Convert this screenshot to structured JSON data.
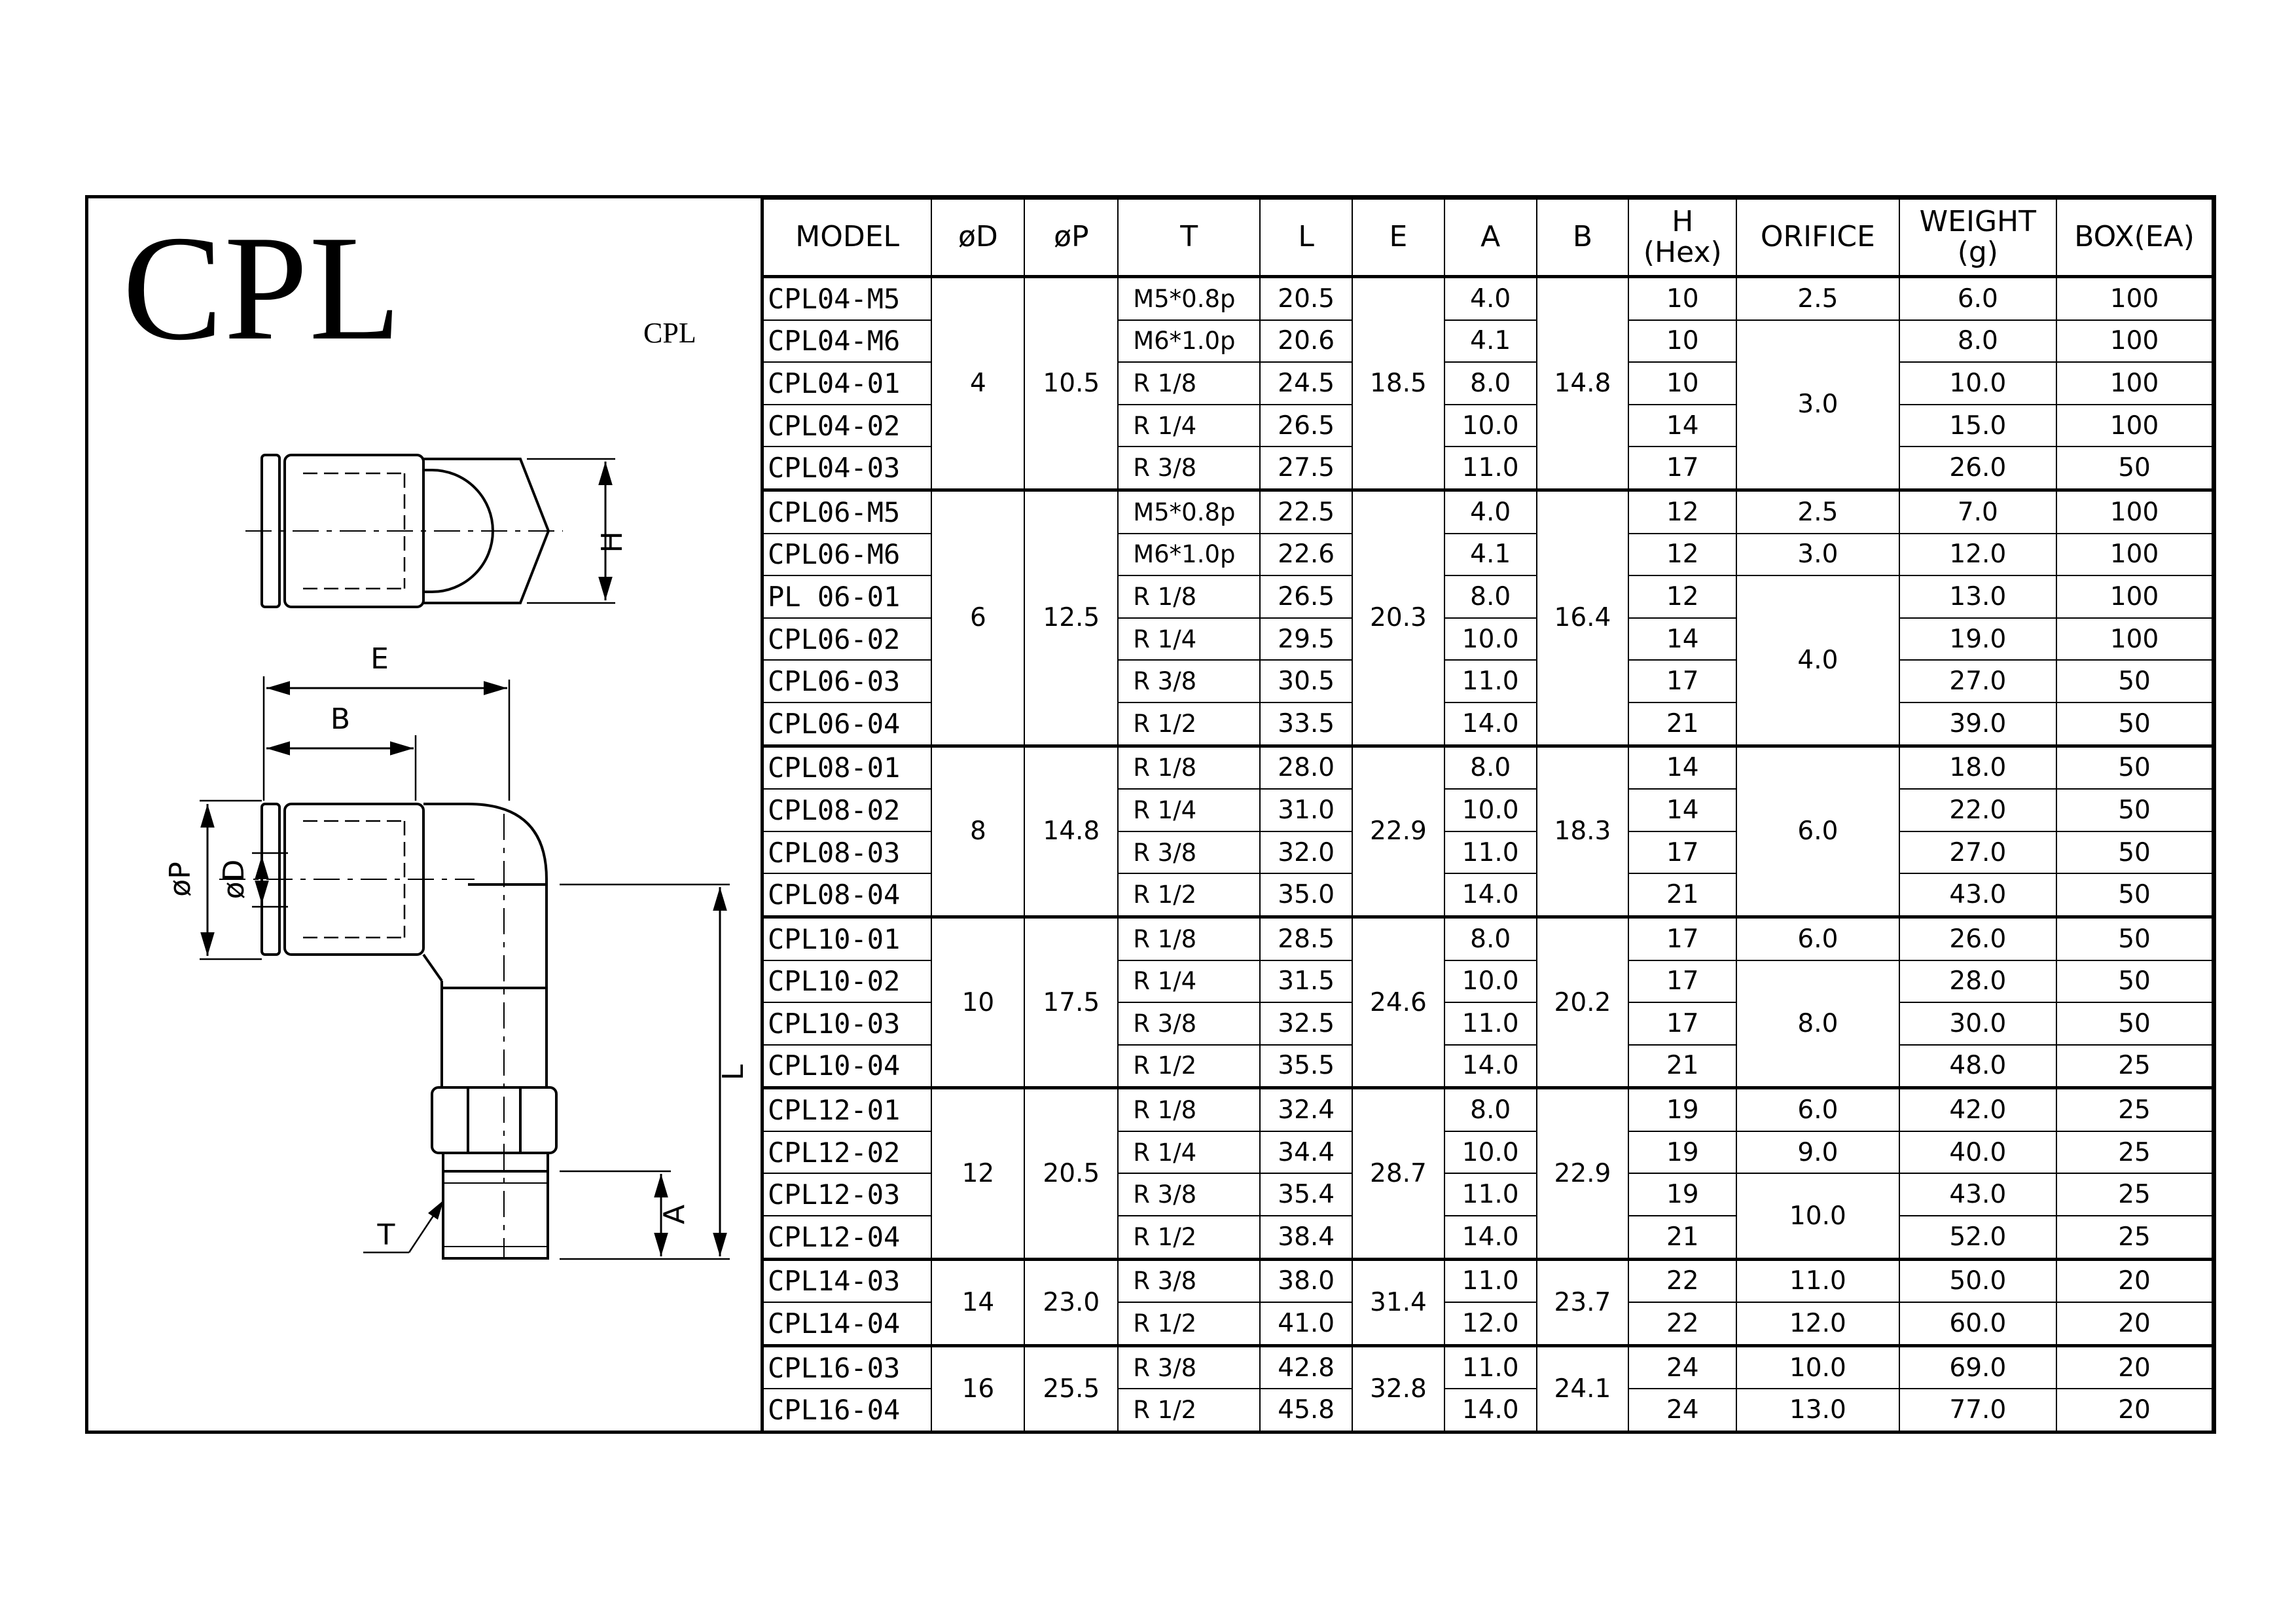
{
  "title": "CPL",
  "subtitle": "CPL",
  "drawing_labels": {
    "E": "E",
    "B": "B",
    "H": "H",
    "phiP": "øP",
    "phiD": "øD",
    "L": "L",
    "A": "A",
    "T": "T"
  },
  "columns": [
    "MODEL",
    "øD",
    "øP",
    "T",
    "L",
    "E",
    "A",
    "B",
    "H",
    "(Hex)",
    "ORIFICE",
    "WEIGHT",
    "(g)",
    "BOX(EA)"
  ],
  "groups": [
    {
      "d": "4",
      "p": "10.5",
      "e": "18.5",
      "b": "14.8",
      "rows": [
        {
          "model": "CPL04-M5",
          "t": "M5*0.8p",
          "l": "20.5",
          "a": "4.0",
          "h": "10",
          "orifice": "2.5",
          "orifice_span": 1,
          "weight": "6.0",
          "box": "100"
        },
        {
          "model": "CPL04-M6",
          "t": "M6*1.0p",
          "l": "20.6",
          "a": "4.1",
          "h": "10",
          "orifice": "3.0",
          "orifice_span": 4,
          "weight": "8.0",
          "box": "100"
        },
        {
          "model": "CPL04-01",
          "t": "R 1/8",
          "l": "24.5",
          "a": "8.0",
          "h": "10",
          "weight": "10.0",
          "box": "100"
        },
        {
          "model": "CPL04-02",
          "t": "R 1/4",
          "l": "26.5",
          "a": "10.0",
          "h": "14",
          "weight": "15.0",
          "box": "100"
        },
        {
          "model": "CPL04-03",
          "t": "R 3/8",
          "l": "27.5",
          "a": "11.0",
          "h": "17",
          "weight": "26.0",
          "box": "50"
        }
      ]
    },
    {
      "d": "6",
      "p": "12.5",
      "e": "20.3",
      "b": "16.4",
      "rows": [
        {
          "model": "CPL06-M5",
          "t": "M5*0.8p",
          "l": "22.5",
          "a": "4.0",
          "h": "12",
          "orifice": "2.5",
          "orifice_span": 1,
          "weight": "7.0",
          "box": "100"
        },
        {
          "model": "CPL06-M6",
          "t": "M6*1.0p",
          "l": "22.6",
          "a": "4.1",
          "h": "12",
          "orifice": "3.0",
          "orifice_span": 1,
          "weight": "12.0",
          "box": "100"
        },
        {
          "model": " PL 06-01",
          "t": "R 1/8",
          "l": "26.5",
          "a": "8.0",
          "h": "12",
          "orifice": "4.0",
          "orifice_span": 4,
          "weight": "13.0",
          "box": "100"
        },
        {
          "model": "CPL06-02",
          "t": "R 1/4",
          "l": "29.5",
          "a": "10.0",
          "h": "14",
          "weight": "19.0",
          "box": "100"
        },
        {
          "model": "CPL06-03",
          "t": "R 3/8",
          "l": "30.5",
          "a": "11.0",
          "h": "17",
          "weight": "27.0",
          "box": "50"
        },
        {
          "model": "CPL06-04",
          "t": "R 1/2",
          "l": "33.5",
          "a": "14.0",
          "h": "21",
          "weight": "39.0",
          "box": "50"
        }
      ]
    },
    {
      "d": "8",
      "p": "14.8",
      "e": "22.9",
      "b": "18.3",
      "rows": [
        {
          "model": "CPL08-01",
          "t": "R 1/8",
          "l": "28.0",
          "a": "8.0",
          "h": "14",
          "orifice": "6.0",
          "orifice_span": 4,
          "weight": "18.0",
          "box": "50"
        },
        {
          "model": "CPL08-02",
          "t": "R 1/4",
          "l": "31.0",
          "a": "10.0",
          "h": "14",
          "weight": "22.0",
          "box": "50"
        },
        {
          "model": "CPL08-03",
          "t": "R 3/8",
          "l": "32.0",
          "a": "11.0",
          "h": "17",
          "weight": "27.0",
          "box": "50"
        },
        {
          "model": "CPL08-04",
          "t": "R 1/2",
          "l": "35.0",
          "a": "14.0",
          "h": "21",
          "weight": "43.0",
          "box": "50"
        }
      ]
    },
    {
      "d": "10",
      "p": "17.5",
      "e": "24.6",
      "b": "20.2",
      "rows": [
        {
          "model": "CPL10-01",
          "t": "R 1/8",
          "l": "28.5",
          "a": "8.0",
          "h": "17",
          "orifice": "6.0",
          "orifice_span": 1,
          "weight": "26.0",
          "box": "50"
        },
        {
          "model": "CPL10-02",
          "t": "R 1/4",
          "l": "31.5",
          "a": "10.0",
          "h": "17",
          "orifice": "8.0",
          "orifice_span": 3,
          "weight": "28.0",
          "box": "50"
        },
        {
          "model": "CPL10-03",
          "t": "R 3/8",
          "l": "32.5",
          "a": "11.0",
          "h": "17",
          "weight": "30.0",
          "box": "50"
        },
        {
          "model": "CPL10-04",
          "t": "R 1/2",
          "l": "35.5",
          "a": "14.0",
          "h": "21",
          "weight": "48.0",
          "box": "25"
        }
      ]
    },
    {
      "d": "12",
      "p": "20.5",
      "e": "28.7",
      "b": "22.9",
      "rows": [
        {
          "model": "CPL12-01",
          "t": "R 1/8",
          "l": "32.4",
          "a": "8.0",
          "h": "19",
          "orifice": "6.0",
          "orifice_span": 1,
          "weight": "42.0",
          "box": "25"
        },
        {
          "model": "CPL12-02",
          "t": "R 1/4",
          "l": "34.4",
          "a": "10.0",
          "h": "19",
          "orifice": "9.0",
          "orifice_span": 1,
          "weight": "40.0",
          "box": "25"
        },
        {
          "model": "CPL12-03",
          "t": "R 3/8",
          "l": "35.4",
          "a": "11.0",
          "h": "19",
          "orifice": "10.0",
          "orifice_span": 2,
          "weight": "43.0",
          "box": "25"
        },
        {
          "model": "CPL12-04",
          "t": "R 1/2",
          "l": "38.4",
          "a": "14.0",
          "h": "21",
          "weight": "52.0",
          "box": "25"
        }
      ]
    },
    {
      "d": "14",
      "p": "23.0",
      "e": "31.4",
      "b": "23.7",
      "rows": [
        {
          "model": "CPL14-03",
          "t": "R 3/8",
          "l": "38.0",
          "a": "11.0",
          "h": "22",
          "orifice": "11.0",
          "orifice_span": 1,
          "weight": "50.0",
          "box": "20"
        },
        {
          "model": "CPL14-04",
          "t": "R 1/2",
          "l": "41.0",
          "a": "12.0",
          "h": "22",
          "orifice": "12.0",
          "orifice_span": 1,
          "weight": "60.0",
          "box": "20"
        }
      ]
    },
    {
      "d": "16",
      "p": "25.5",
      "e": "32.8",
      "b": "24.1",
      "rows": [
        {
          "model": "CPL16-03",
          "t": "R 3/8",
          "l": "42.8",
          "a": "11.0",
          "h": "24",
          "orifice": "10.0",
          "orifice_span": 1,
          "weight": "69.0",
          "box": "20"
        },
        {
          "model": "CPL16-04",
          "t": "R 1/2",
          "l": "45.8",
          "a": "14.0",
          "h": "24",
          "orifice": "13.0",
          "orifice_span": 1,
          "weight": "77.0",
          "box": "20"
        }
      ]
    }
  ]
}
